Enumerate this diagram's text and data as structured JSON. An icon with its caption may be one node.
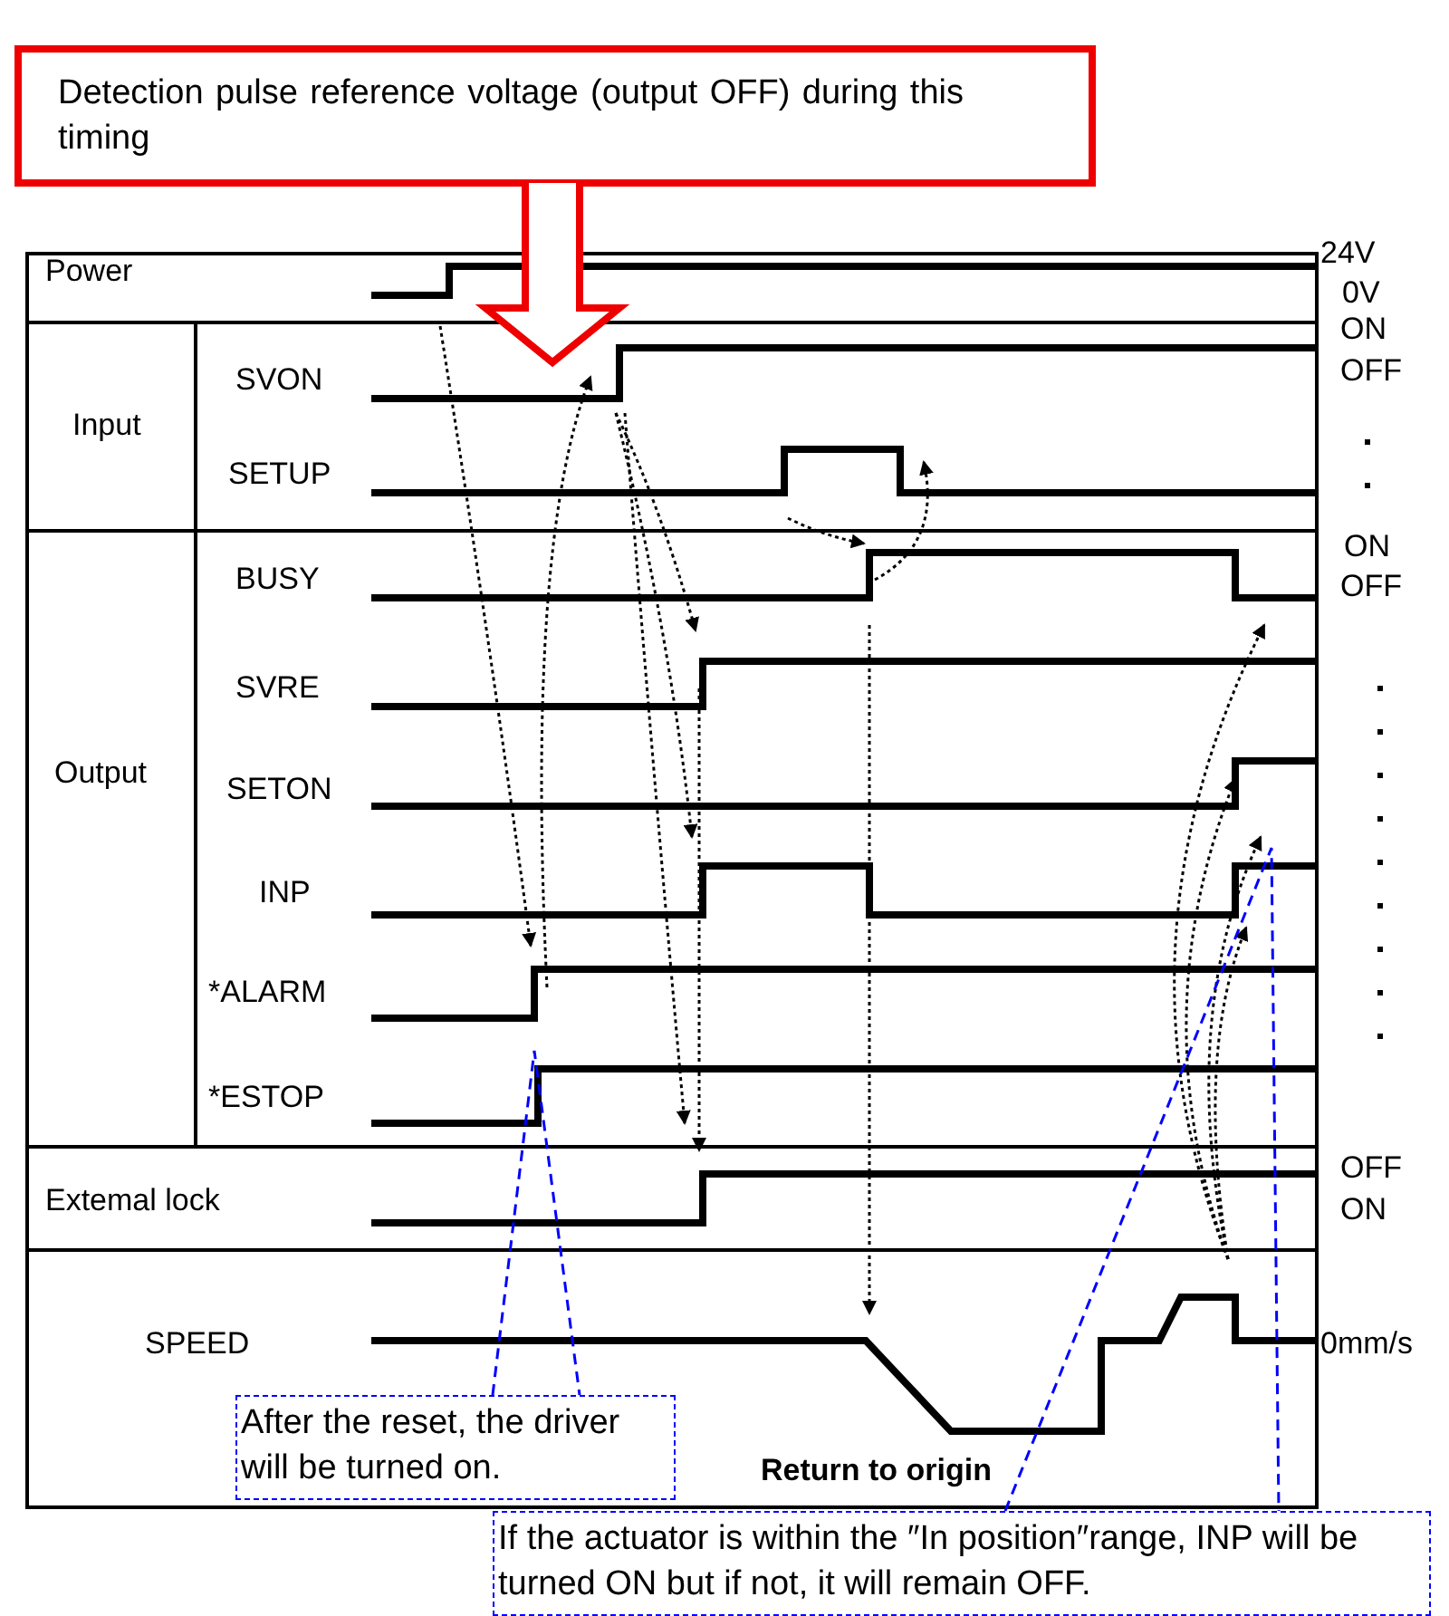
{
  "diagram": {
    "nodes": [
      {
        "text": [
          "Detection pulse reference voltage  (output OFF) during this timing"
        ]
      },
      {
        "text": [
          "After the reset, the driver will be turned on."
        ]
      },
      {
        "text": [
          "If the actuator is within the ″In position″range, INP will be turned ON but if not, it will remain OFF."
        ]
      }
    ],
    "edges": [
      {
        "from": 0,
        "to": null,
        "arrow": "to"
      },
      {
        "from": 1,
        "to": null,
        "arrow": "none",
        "style": "dashed"
      },
      {
        "from": 2,
        "to": null,
        "arrow": "none",
        "style": "dashed"
      }
    ],
    "labels": [
      "Power",
      "24V",
      "0V",
      "Input",
      "SVON",
      "ON",
      "OFF",
      "SETUP",
      "Output",
      "BUSY",
      "ON",
      "OFF",
      "SVRE",
      "SETON",
      "INP",
      "*ALARM",
      "*ESTOP",
      "Extemal lock",
      "OFF",
      "ON",
      "SPEED",
      "0mm/s",
      "Return to origin"
    ]
  }
}
